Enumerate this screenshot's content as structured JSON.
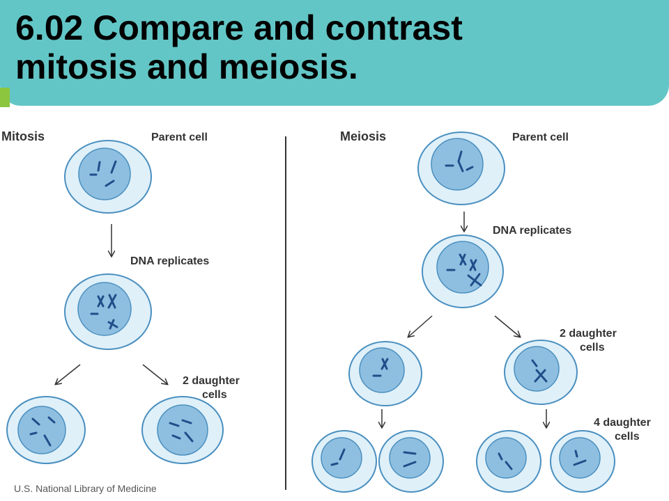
{
  "title": {
    "line1": "6.02 Compare and contrast",
    "line2": "mitosis and meiosis."
  },
  "mitosis": {
    "heading": "Mitosis",
    "parent_label": "Parent cell",
    "replicate_label": "DNA replicates",
    "daughter_label_1": "2 daughter",
    "daughter_label_2": "cells"
  },
  "meiosis": {
    "heading": "Meiosis",
    "parent_label": "Parent cell",
    "replicate_label": "DNA replicates",
    "daughter_label_1": "2 daughter",
    "daughter_label_2": "cells",
    "four_label_1": "4 daughter",
    "four_label_2": "cells"
  },
  "credit": "U.S. National Library of Medicine",
  "colors": {
    "title_bg": "#63c6c6",
    "accent": "#8cc63f",
    "cell_outer": "#dff0f9",
    "cell_inner": "#8fbfe0",
    "cell_stroke": "#4a8fbf",
    "chromosome": "#1f4e8a"
  }
}
